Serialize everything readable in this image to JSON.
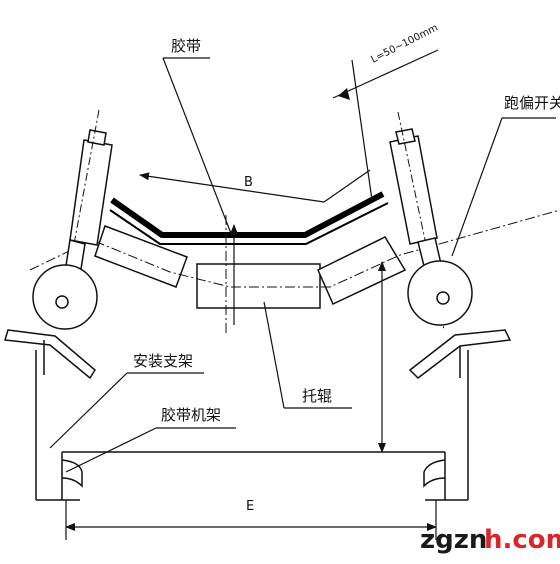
{
  "labels": {
    "belt": "胶带",
    "deviation_switch": "跑偏开关",
    "mounting_bracket": "安装支架",
    "idler_roller": "托辊",
    "conveyor_frame": "胶带机架",
    "dim_B": "B",
    "dim_E": "E",
    "dim_L": "L=50~100mm"
  },
  "watermark": {
    "left": "zgzn",
    "right": "h.com"
  },
  "colors": {
    "line": "#111111",
    "belt": "#000000",
    "watermark_dark": "#1a1a1a",
    "watermark_red": "#d9262b"
  }
}
